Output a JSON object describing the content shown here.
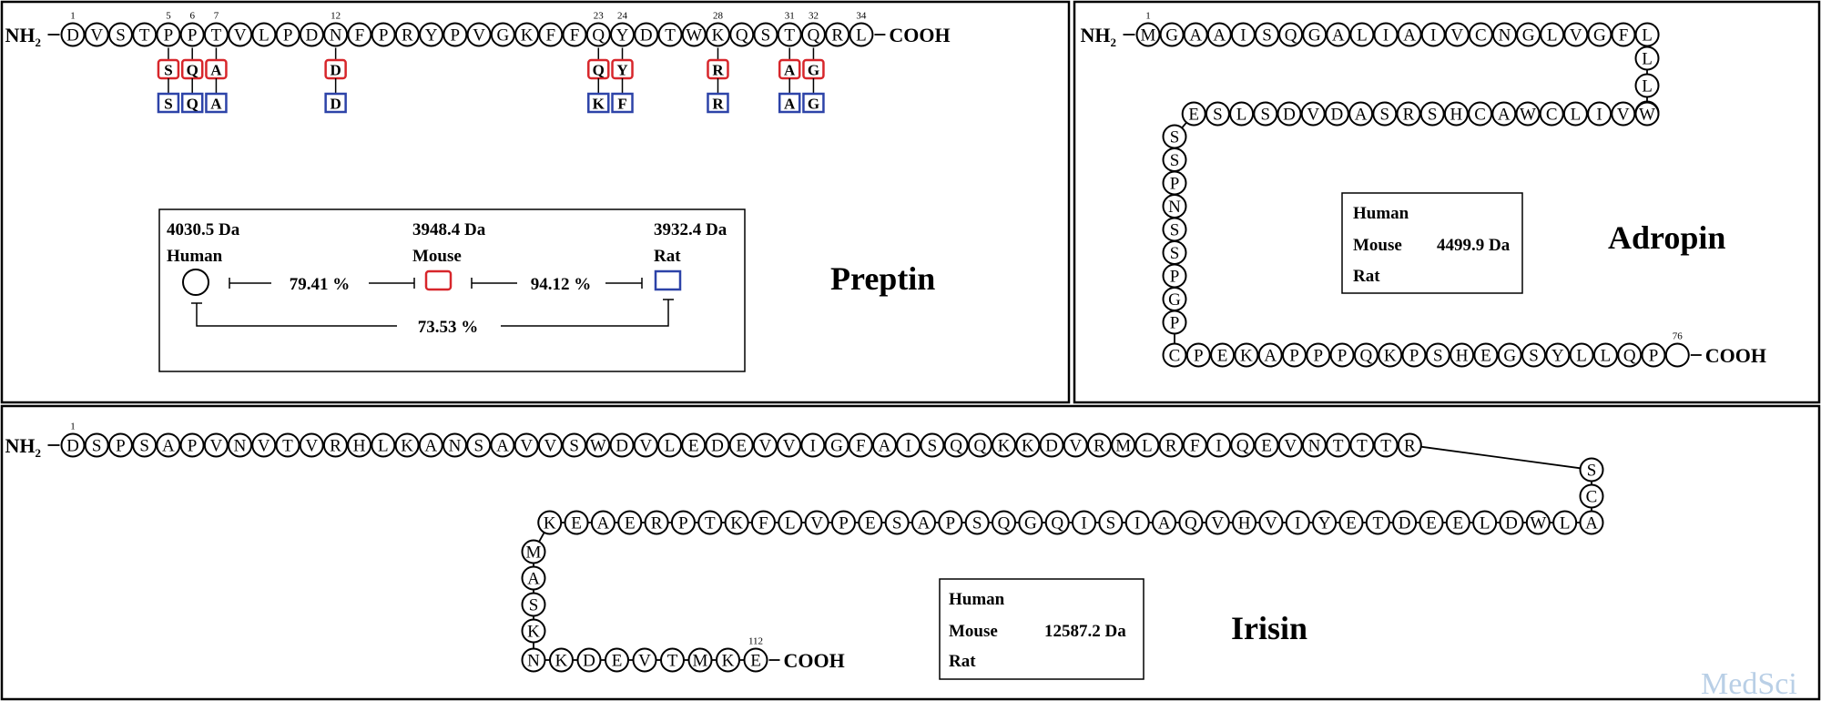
{
  "labels": {
    "nh2": "NH",
    "nh2_sub": "2",
    "cooh": "COOH"
  },
  "colors": {
    "mouse": "#d7262b",
    "rat": "#2d43a8",
    "watermark": "#b9cfe6"
  },
  "preptin": {
    "title": "Preptin",
    "sequence": [
      "D",
      "V",
      "S",
      "T",
      "P",
      "P",
      "T",
      "V",
      "L",
      "P",
      "D",
      "N",
      "F",
      "P",
      "R",
      "Y",
      "P",
      "V",
      "G",
      "K",
      "F",
      "F",
      "Q",
      "Y",
      "D",
      "T",
      "W",
      "K",
      "Q",
      "S",
      "T",
      "Q",
      "R",
      "L"
    ],
    "numbered_positions": [
      1,
      5,
      6,
      7,
      12,
      23,
      24,
      28,
      31,
      32,
      34
    ],
    "substitutions": [
      {
        "pos": 5,
        "mouse": "S",
        "rat": "S"
      },
      {
        "pos": 6,
        "mouse": "Q",
        "rat": "Q"
      },
      {
        "pos": 7,
        "mouse": "A",
        "rat": "A"
      },
      {
        "pos": 12,
        "mouse": "D",
        "rat": "D"
      },
      {
        "pos": 23,
        "mouse": "Q",
        "rat": "K"
      },
      {
        "pos": 24,
        "mouse": "Y",
        "rat": "F"
      },
      {
        "pos": 28,
        "mouse": "R",
        "rat": "R"
      },
      {
        "pos": 31,
        "mouse": "A",
        "rat": "A"
      },
      {
        "pos": 32,
        "mouse": "G",
        "rat": "G"
      }
    ],
    "legend": {
      "human_mass": "4030.5 Da",
      "human_label": "Human",
      "mouse_mass": "3948.4 Da",
      "mouse_label": "Mouse",
      "rat_mass": "3932.4 Da",
      "rat_label": "Rat",
      "human_mouse_identity": "79.41 %",
      "mouse_rat_identity": "94.12 %",
      "human_rat_identity": "73.53 %"
    }
  },
  "adropin": {
    "title": "Adropin",
    "sequence": [
      "M",
      "G",
      "A",
      "A",
      "I",
      "S",
      "Q",
      "G",
      "A",
      "L",
      "I",
      "A",
      "I",
      "V",
      "C",
      "N",
      "G",
      "L",
      "V",
      "G",
      "F",
      "L",
      "L",
      "L",
      "L",
      "W",
      "V",
      "I",
      "L",
      "C",
      "W",
      "A",
      "C",
      "H",
      "S",
      "R",
      "S",
      "A",
      "D",
      "V",
      "D",
      "S",
      "L",
      "S",
      "E",
      "S",
      "S",
      "P",
      "N",
      "S",
      "S",
      "P",
      "G",
      "P",
      "C",
      "P",
      "E",
      "K",
      "A",
      "P",
      "P",
      "P",
      "Q",
      "K",
      "P",
      "S",
      "H",
      "E",
      "G",
      "S",
      "Y",
      "L",
      "L",
      "Q",
      "P"
    ],
    "numbered_positions": [
      1,
      76
    ],
    "box": {
      "human": "Human",
      "mouse": "Mouse",
      "rat": "Rat",
      "mass": "4499.9 Da"
    }
  },
  "irisin": {
    "title": "Irisin",
    "sequence": [
      "D",
      "S",
      "P",
      "S",
      "A",
      "P",
      "V",
      "N",
      "V",
      "T",
      "V",
      "R",
      "H",
      "L",
      "K",
      "A",
      "N",
      "S",
      "A",
      "V",
      "V",
      "S",
      "W",
      "D",
      "V",
      "L",
      "E",
      "D",
      "E",
      "V",
      "V",
      "I",
      "G",
      "F",
      "A",
      "I",
      "S",
      "Q",
      "Q",
      "K",
      "K",
      "D",
      "V",
      "R",
      "M",
      "L",
      "R",
      "F",
      "I",
      "Q",
      "E",
      "V",
      "N",
      "T",
      "T",
      "T",
      "R",
      "S",
      "C",
      "A",
      "L",
      "W",
      "D",
      "L",
      "E",
      "E",
      "D",
      "T",
      "E",
      "Y",
      "I",
      "V",
      "H",
      "V",
      "Q",
      "A",
      "I",
      "S",
      "I",
      "Q",
      "G",
      "Q",
      "S",
      "P",
      "A",
      "S",
      "E",
      "P",
      "V",
      "L",
      "F",
      "K",
      "T",
      "P",
      "R",
      "E",
      "A",
      "E",
      "K",
      "M",
      "A",
      "S",
      "K",
      "N",
      "K",
      "D",
      "E",
      "V",
      "T",
      "M",
      "K",
      "E"
    ],
    "numbered_positions": [
      1,
      112
    ],
    "box": {
      "human": "Human",
      "mouse": "Mouse",
      "rat": "Rat",
      "mass": "12587.2 Da"
    }
  },
  "watermark": "MedSci"
}
